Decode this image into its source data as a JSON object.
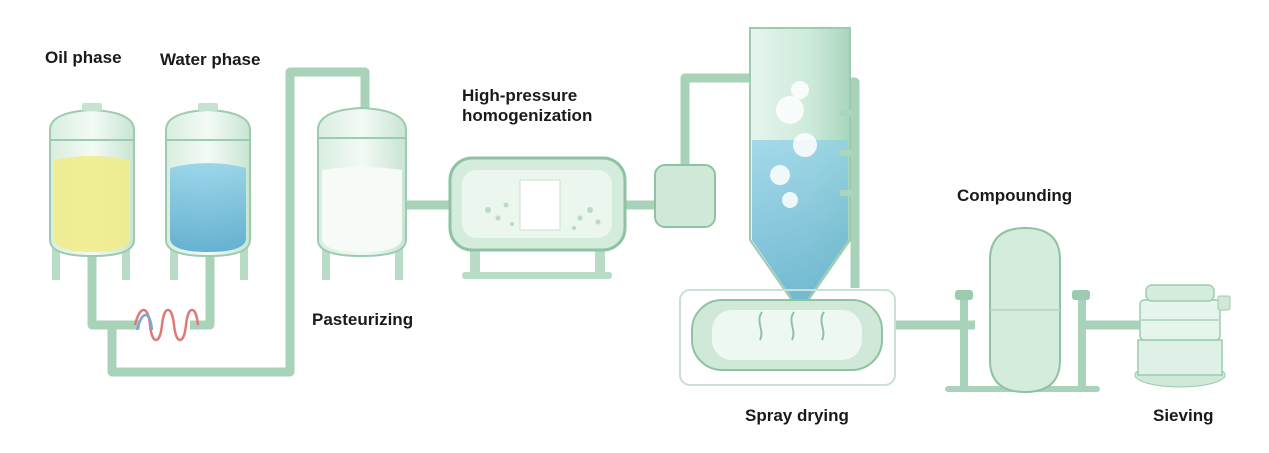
{
  "labels": {
    "oil_phase": "Oil phase",
    "water_phase": "Water phase",
    "high_pressure_line1": "High-pressure",
    "high_pressure_line2": "homogenization",
    "pasteurizing": "Pasteurizing",
    "spray_drying": "Spray drying",
    "compounding": "Compounding",
    "sieving": "Sieving"
  },
  "colors": {
    "equipment_green": "#cfe8d8",
    "outline_green": "#7fb596",
    "oil_yellow": "#f1ec8a",
    "water_blue": "#6bb6d6",
    "heater_red": "#e07a7a",
    "heater_blue": "#7aa6d8"
  }
}
